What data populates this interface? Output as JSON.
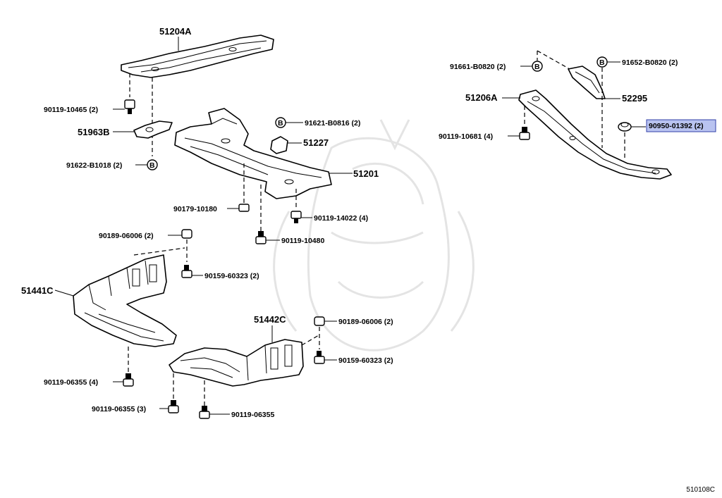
{
  "catalog_code": "510108C",
  "callouts": {
    "c51204A": "51204A",
    "c90119_10465": "90119-10465 (2)",
    "c51963B": "51963B",
    "c91622_B1018": "91622-B1018 (2)",
    "c91621_B0816": "91621-B0816 (2)",
    "c51227": "51227",
    "c51201": "51201",
    "c90179_10180": "90179-10180",
    "c90119_14022": "90119-14022 (4)",
    "c90119_10480": "90119-10480",
    "c90189_06006_a": "90189-06006 (2)",
    "c90159_60323_a": "90159-60323 (2)",
    "c51441C": "51441C",
    "c90119_06355_4": "90119-06355 (4)",
    "c51442C": "51442C",
    "c90189_06006_b": "90189-06006 (2)",
    "c90159_60323_b": "90159-60323 (2)",
    "c90119_06355_3": "90119-06355 (3)",
    "c90119_06355": "90119-06355",
    "c91661_B0820": "91661-B0820 (2)",
    "c91652_B0820": "91652-B0820 (2)",
    "c51206A": "51206A",
    "c52295": "52295",
    "c90119_10681": "90119-10681 (4)",
    "c90950_01392": "90950-01392 (2)"
  },
  "marker_letter": "B"
}
